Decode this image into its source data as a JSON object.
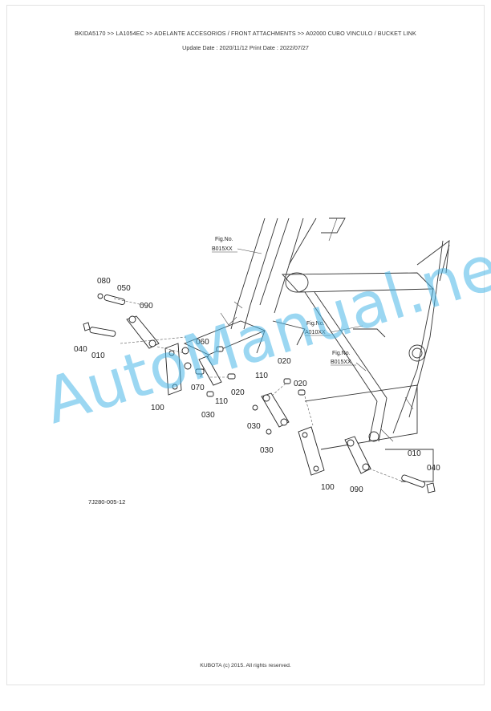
{
  "header": {
    "breadcrumb": "BKIDA5170 >> LA1054EC >> ADELANTE ACCESORIOS / FRONT ATTACHMENTS >> A02000   CUBO VINCULO / BUCKET LINK",
    "dates": "Update Date : 2020/11/12   Print Date : 2022/07/27"
  },
  "diagram": {
    "fig_refs": [
      {
        "title": "Fig.No.",
        "code": "B015XX"
      },
      {
        "title": "Fig.No.",
        "code": "A010XX"
      },
      {
        "title": "Fig.No.",
        "code": "B015XX"
      }
    ],
    "callouts": {
      "c080": "080",
      "c050": "050",
      "c090a": "090",
      "c040a": "040",
      "c010a": "010",
      "c060": "060",
      "c070": "070",
      "c110a": "110",
      "c020a": "020",
      "c100a": "100",
      "c030a": "030",
      "c110b": "110",
      "c020b": "020",
      "c020c": "020",
      "c030b": "030",
      "c030c": "030",
      "c100b": "100",
      "c090b": "090",
      "c010b": "010",
      "c040b": "040"
    },
    "drawing_code": "7J280-005-12"
  },
  "watermark": "AutoManual.net",
  "footer": "KUBOTA (c) 2015. All rights reserved."
}
